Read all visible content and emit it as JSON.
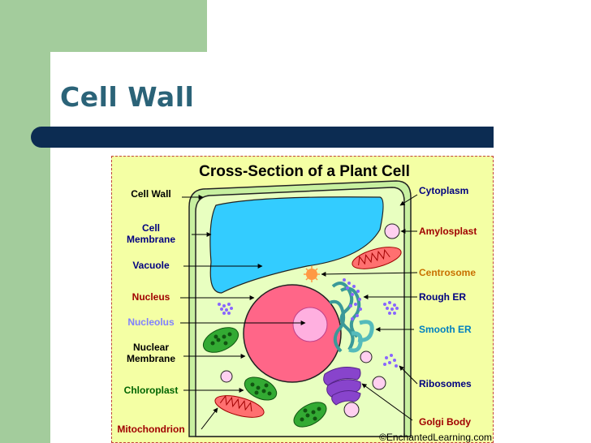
{
  "slide": {
    "title": "Cell Wall"
  },
  "diagram": {
    "title": "Cross-Section of a Plant Cell",
    "credit": "©EnchantedLearning.com",
    "labels_left": [
      {
        "id": "cell-wall",
        "lines": [
          "Cell Wall"
        ],
        "color": "#000000"
      },
      {
        "id": "cell-membrane",
        "lines": [
          "Cell",
          "Membrane"
        ],
        "color": "#000080"
      },
      {
        "id": "vacuole",
        "lines": [
          "Vacuole"
        ],
        "color": "#000080"
      },
      {
        "id": "nucleus",
        "lines": [
          "Nucleus"
        ],
        "color": "#a00000"
      },
      {
        "id": "nucleolus",
        "lines": [
          "Nucleolus"
        ],
        "color": "#8080ff"
      },
      {
        "id": "nuclear-membrane",
        "lines": [
          "Nuclear",
          "Membrane"
        ],
        "color": "#000000"
      },
      {
        "id": "chloroplast",
        "lines": [
          "Chloroplast"
        ],
        "color": "#006400"
      },
      {
        "id": "mitochondrion",
        "lines": [
          "Mitochondrion"
        ],
        "color": "#a00000"
      }
    ],
    "labels_right": [
      {
        "id": "cytoplasm",
        "lines": [
          "Cytoplasm"
        ],
        "color": "#000080"
      },
      {
        "id": "amylosplast",
        "lines": [
          "Amylosplast"
        ],
        "color": "#a00000"
      },
      {
        "id": "centrosome",
        "lines": [
          "Centrosome"
        ],
        "color": "#c87000"
      },
      {
        "id": "rough-er",
        "lines": [
          "Rough ER"
        ],
        "color": "#000080"
      },
      {
        "id": "smooth-er",
        "lines": [
          "Smooth ER"
        ],
        "color": "#0080c0"
      },
      {
        "id": "ribosomes",
        "lines": [
          "Ribosomes"
        ],
        "color": "#000080"
      },
      {
        "id": "golgi-body",
        "lines": [
          "Golgi Body"
        ],
        "color": "#a00000"
      }
    ],
    "colors": {
      "background": "#f4ffa4",
      "cell_wall": "#c8f0a0",
      "cytoplasm": "#e8ffc0",
      "vacuole": "#33ccff",
      "nucleus": "#ff6688",
      "nucleolus": "#ffb0e0",
      "chloroplast": "#33aa33",
      "mitochondrion": "#ff7070",
      "golgi": "#8844cc",
      "er": "#55bbbb",
      "ribosome": "#8866ff"
    }
  }
}
